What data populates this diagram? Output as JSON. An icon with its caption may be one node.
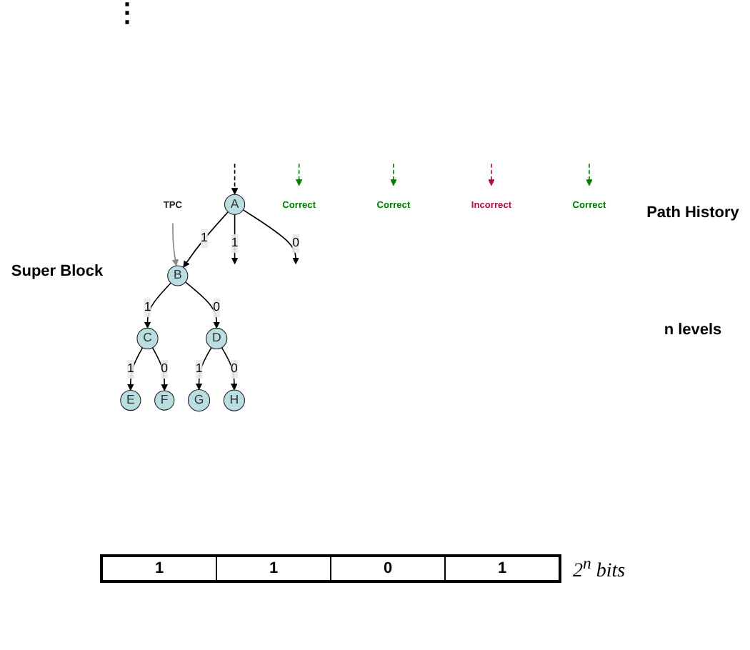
{
  "diagram": {
    "nodes": [
      {
        "text": [
          "A"
        ]
      },
      {
        "text": [
          "B"
        ]
      },
      {
        "text": [
          "TPC"
        ]
      },
      {
        "text": [
          "C"
        ]
      },
      {
        "text": [
          "D"
        ]
      },
      {
        "text": [
          "E"
        ]
      },
      {
        "text": [
          "F"
        ]
      },
      {
        "text": [
          "G"
        ]
      },
      {
        "text": [
          "H"
        ]
      },
      {
        "text": [
          "Correct"
        ]
      },
      {
        "text": [
          "Correct"
        ]
      },
      {
        "text": [
          "Incorrect"
        ]
      },
      {
        "text": [
          "Correct"
        ]
      }
    ],
    "edges": [
      {
        "from": null,
        "to": 0,
        "arrow": "to",
        "style": "dashed"
      },
      {
        "from": 0,
        "to": null,
        "arrow": "to",
        "label": "1"
      },
      {
        "from": 0,
        "to": 1,
        "arrow": "to",
        "label": "1"
      },
      {
        "from": 0,
        "to": null,
        "arrow": "to",
        "label": "0"
      },
      {
        "from": 1,
        "to": 3,
        "arrow": "to",
        "label": "1"
      },
      {
        "from": 1,
        "to": 4,
        "arrow": "to",
        "label": "0"
      },
      {
        "from": 3,
        "to": 5,
        "arrow": "to",
        "label": "1"
      },
      {
        "from": 3,
        "to": 6,
        "arrow": "to",
        "label": "0"
      },
      {
        "from": 4,
        "to": 7,
        "arrow": "to",
        "label": "1"
      },
      {
        "from": 4,
        "to": 8,
        "arrow": "to",
        "label": "0"
      },
      {
        "from": 2,
        "to": 1,
        "arrow": "to",
        "color": "#888888"
      },
      {
        "from": null,
        "to": 9,
        "arrow": "to",
        "style": "dashed",
        "color": "#008000"
      },
      {
        "from": null,
        "to": 10,
        "arrow": "to",
        "style": "dashed",
        "color": "#008000"
      },
      {
        "from": null,
        "to": 11,
        "arrow": "to",
        "style": "dashed",
        "color": "#b0103a"
      },
      {
        "from": null,
        "to": 12,
        "arrow": "to",
        "style": "dashed",
        "color": "#008000"
      }
    ],
    "labels": [
      "⋮",
      "Path History",
      "Super Block",
      "n levels",
      "1",
      "1",
      "0",
      "1",
      "2$^{n}$ bits"
    ]
  }
}
